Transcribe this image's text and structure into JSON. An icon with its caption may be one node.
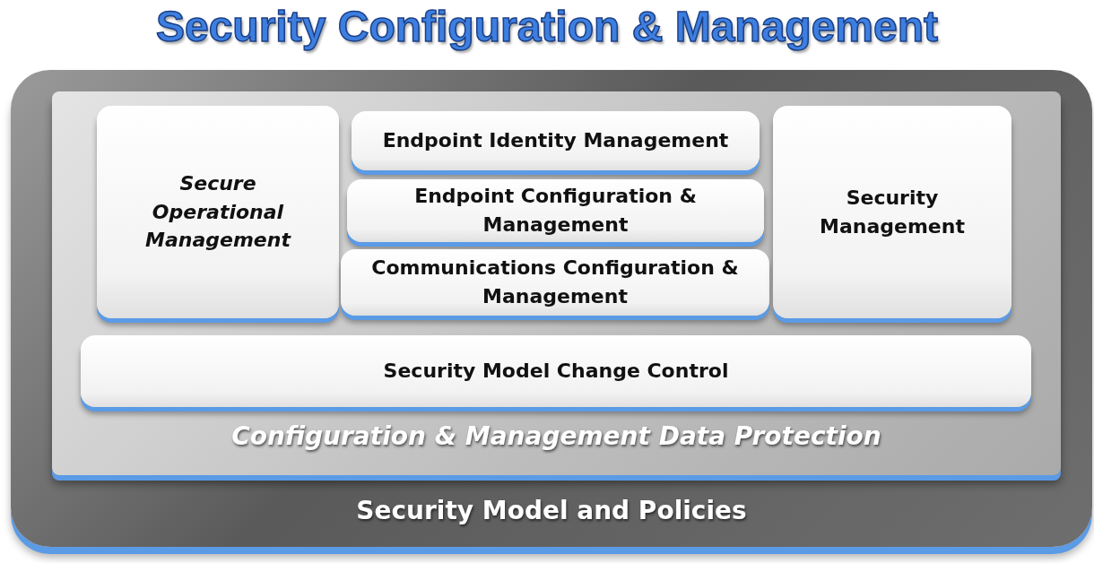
{
  "diagram": {
    "title": "Security Configuration & Management",
    "nodes": [
      {
        "text": [
          "Security Model and Policies"
        ]
      },
      {
        "text": [
          "Configuration & Management Data Protection"
        ],
        "in": 0
      },
      {
        "text": [
          "Secure Operational Management"
        ],
        "in": 1
      },
      {
        "text": [
          "Endpoint Identity Management"
        ],
        "in": 1
      },
      {
        "text": [
          "Endpoint Configuration & Management"
        ],
        "in": 1
      },
      {
        "text": [
          "Communications Configuration & Management"
        ],
        "in": 1
      },
      {
        "text": [
          "Security Management"
        ],
        "in": 1
      },
      {
        "text": [
          "Security Model Change Control"
        ],
        "in": 1
      }
    ]
  }
}
